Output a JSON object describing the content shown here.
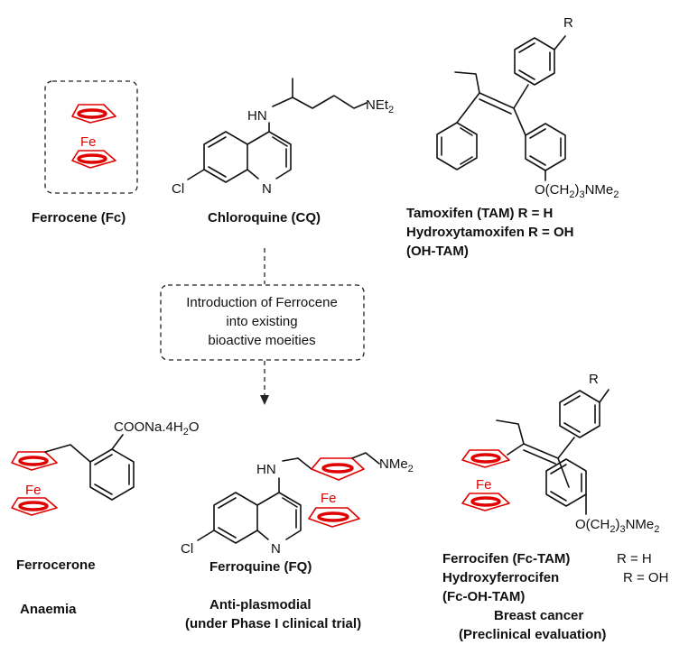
{
  "labels": {
    "ferrocene": "Ferrocene (Fc)",
    "chloroquine": "Chloroquine (CQ)",
    "tamoxifen": "Tamoxifen (TAM)  R = H",
    "hydroxytamoxifen": "Hydroxytamoxifen R = OH",
    "oh_tam": "(OH-TAM)",
    "intro_line1": "Introduction of Ferrocene",
    "intro_line2": "into existing",
    "intro_line3": "bioactive moeities",
    "ferrocerone": "Ferrocerone",
    "ferroquine": "Ferroquine (FQ)",
    "anaemia": "Anaemia",
    "antiplasmodial": "Anti-plasmodial",
    "phase1": "(under Phase I clinical trial)",
    "ferrocifen_name": "Ferrocifen (Fc-TAM)",
    "ferrocifen_r": "R = H",
    "hydroxyferrocifen_name": "Hydroxyferrocifen",
    "hydroxyferrocifen_r": "R = OH",
    "fc_oh_tam": "(Fc-OH-TAM)",
    "breast_cancer": "Breast cancer",
    "preclinical": "(Preclinical evaluation)"
  },
  "atoms": {
    "fe": "Fe",
    "cl": "Cl",
    "n": "N",
    "hn": "HN",
    "r": "R",
    "net_main": "NEt",
    "net_sub": "2",
    "oether_a": "O(CH",
    "oether_sub1": "2",
    "oether_b": ")",
    "oether_sub2": "3",
    "oether_c": "NMe",
    "oether_sub3": "2",
    "coona_a": "COONa.4H",
    "coona_sub": "2",
    "coona_b": "O",
    "nme_main": "NMe",
    "nme_sub": "2"
  },
  "colors": {
    "ferrocene_red": "#e00000",
    "text": "#111111"
  }
}
